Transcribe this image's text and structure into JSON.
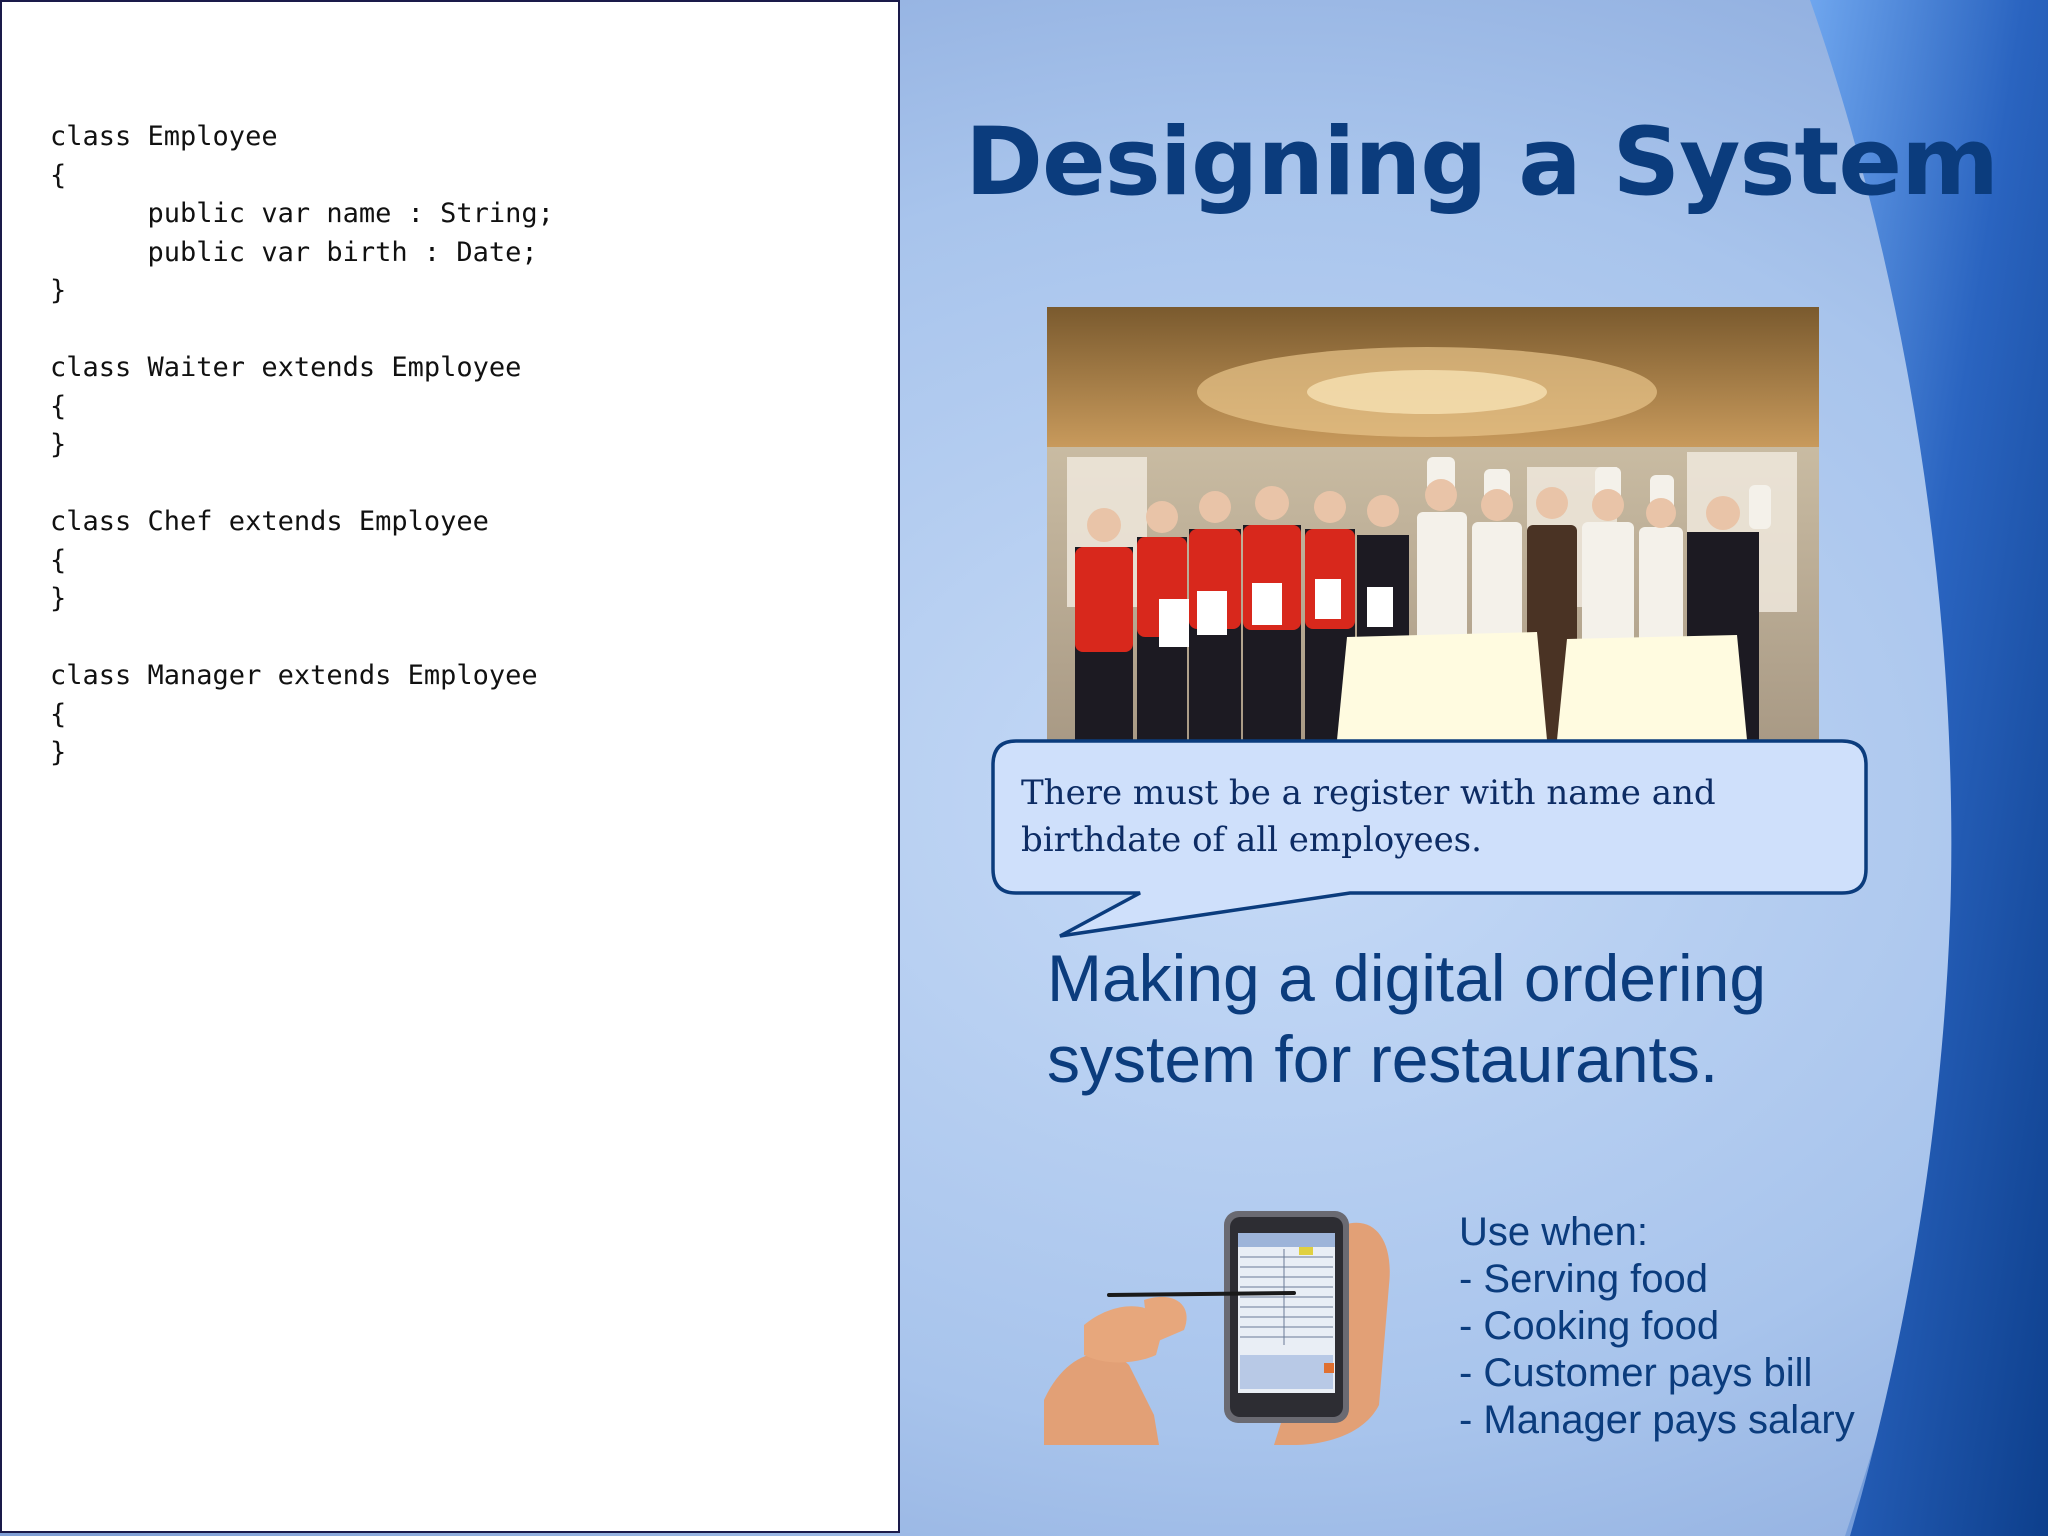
{
  "code": {
    "lines": [
      "class Employee",
      "{",
      "      public var name : String;",
      "      public var birth : Date;",
      "}",
      "",
      "class Waiter extends Employee",
      "{",
      "}",
      "",
      "class Chef extends Employee",
      "{",
      "}",
      "",
      "class Manager extends Employee",
      "{",
      "}"
    ]
  },
  "slide": {
    "title": "Designing a System",
    "bubble_text": "There must be a register with name and birthdate of all employees.",
    "subtitle": "Making a digital ordering system for restaurants.",
    "uses": {
      "heading": "Use when:",
      "items": [
        "- Serving food",
        "- Cooking food",
        "- Customer pays bill",
        "- Manager pays salary"
      ]
    }
  },
  "colors": {
    "title": "#0b3c7d",
    "background_light": "#bcd4f4",
    "background_dark": "#0b3c7d",
    "bubble_fill": "#cfe0fb",
    "bubble_border": "#0b3c7d"
  },
  "images": {
    "photo": "restaurant-staff-photo",
    "phone": "handheld-ordering-device-photo"
  }
}
